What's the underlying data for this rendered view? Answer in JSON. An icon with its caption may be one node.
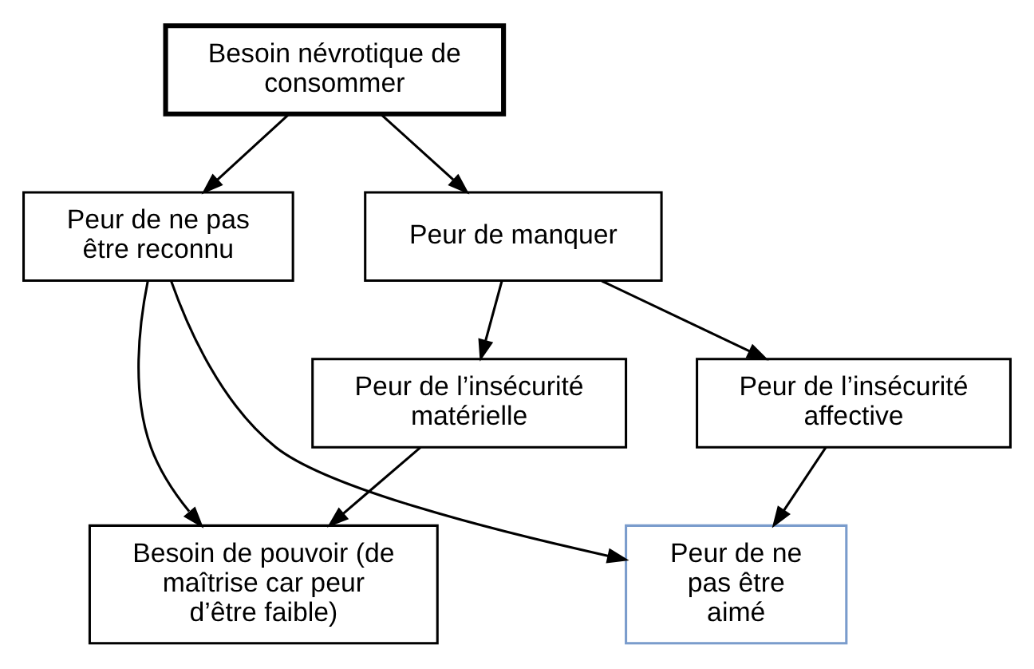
{
  "diagram": {
    "nodes": [
      {
        "text": [
          "Besoin névrotique de consommer"
        ]
      },
      {
        "text": [
          "Peur de manquer"
        ]
      },
      {
        "text": [
          "Peur de ne pas être reconnu"
        ]
      },
      {
        "text": [
          "Peur de l’insécurité matérielle"
        ]
      },
      {
        "text": [
          "Peur de l’insécurité affective"
        ]
      },
      {
        "text": [
          "Peur de ne pas être aimé"
        ]
      },
      {
        "text": [
          "Besoin de pouvoir (de maîtrise car peur d’être faible)"
        ]
      }
    ],
    "edges": [
      {
        "from": 0,
        "to": 1,
        "arrow": "to"
      },
      {
        "from": 0,
        "to": 2,
        "arrow": "to"
      },
      {
        "from": 1,
        "to": 3,
        "arrow": "to"
      },
      {
        "from": 1,
        "to": 4,
        "arrow": "to"
      },
      {
        "from": 2,
        "to": 5,
        "arrow": "to"
      },
      {
        "from": 2,
        "to": 6,
        "arrow": "to"
      },
      {
        "from": 4,
        "to": 5,
        "arrow": "to"
      },
      {
        "from": 3,
        "to": 6,
        "arrow": "to"
      }
    ]
  }
}
